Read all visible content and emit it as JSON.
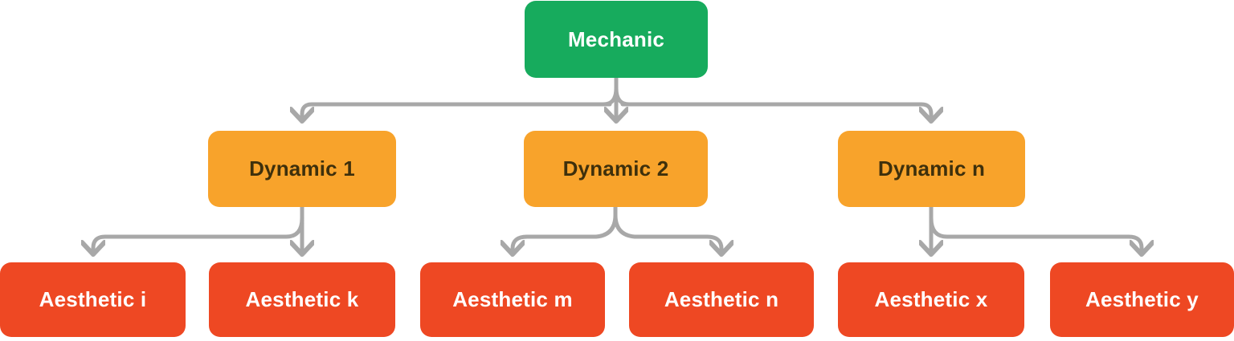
{
  "diagram": {
    "title": "Mechanic-Dynamic-Aesthetic hierarchy",
    "type": "tree"
  },
  "palette": {
    "mechanic": "#17AB5D",
    "mechanic_text": "#FFFFFF",
    "dynamic": "#F8A32B",
    "dynamic_text": "#3E300C",
    "aesthetic": "#EE4823",
    "aesthetic_text": "#FFFFFF",
    "connector": "#A8A8A8",
    "background": "#FFFFFF"
  },
  "nodes": {
    "mechanic": {
      "label": "Mechanic",
      "level": "mechanic"
    },
    "dynamic1": {
      "label": "Dynamic 1",
      "level": "dynamic"
    },
    "dynamic2": {
      "label": "Dynamic 2",
      "level": "dynamic"
    },
    "dynamicn": {
      "label": "Dynamic n",
      "level": "dynamic"
    },
    "aesthetici": {
      "label": "Aesthetic i",
      "level": "aesthetic"
    },
    "aesthetick": {
      "label": "Aesthetic k",
      "level": "aesthetic"
    },
    "aestheticm": {
      "label": "Aesthetic m",
      "level": "aesthetic"
    },
    "aestheticn": {
      "label": "Aesthetic n",
      "level": "aesthetic"
    },
    "aestheticx": {
      "label": "Aesthetic x",
      "level": "aesthetic"
    },
    "aestheticy": {
      "label": "Aesthetic y",
      "level": "aesthetic"
    }
  },
  "edges": [
    {
      "from": "Mechanic",
      "to": "Dynamic 1"
    },
    {
      "from": "Mechanic",
      "to": "Dynamic 2"
    },
    {
      "from": "Mechanic",
      "to": "Dynamic n"
    },
    {
      "from": "Dynamic 1",
      "to": "Aesthetic i"
    },
    {
      "from": "Dynamic 1",
      "to": "Aesthetic k"
    },
    {
      "from": "Dynamic 2",
      "to": "Aesthetic m"
    },
    {
      "from": "Dynamic 2",
      "to": "Aesthetic n"
    },
    {
      "from": "Dynamic n",
      "to": "Aesthetic x"
    },
    {
      "from": "Dynamic n",
      "to": "Aesthetic y"
    }
  ]
}
